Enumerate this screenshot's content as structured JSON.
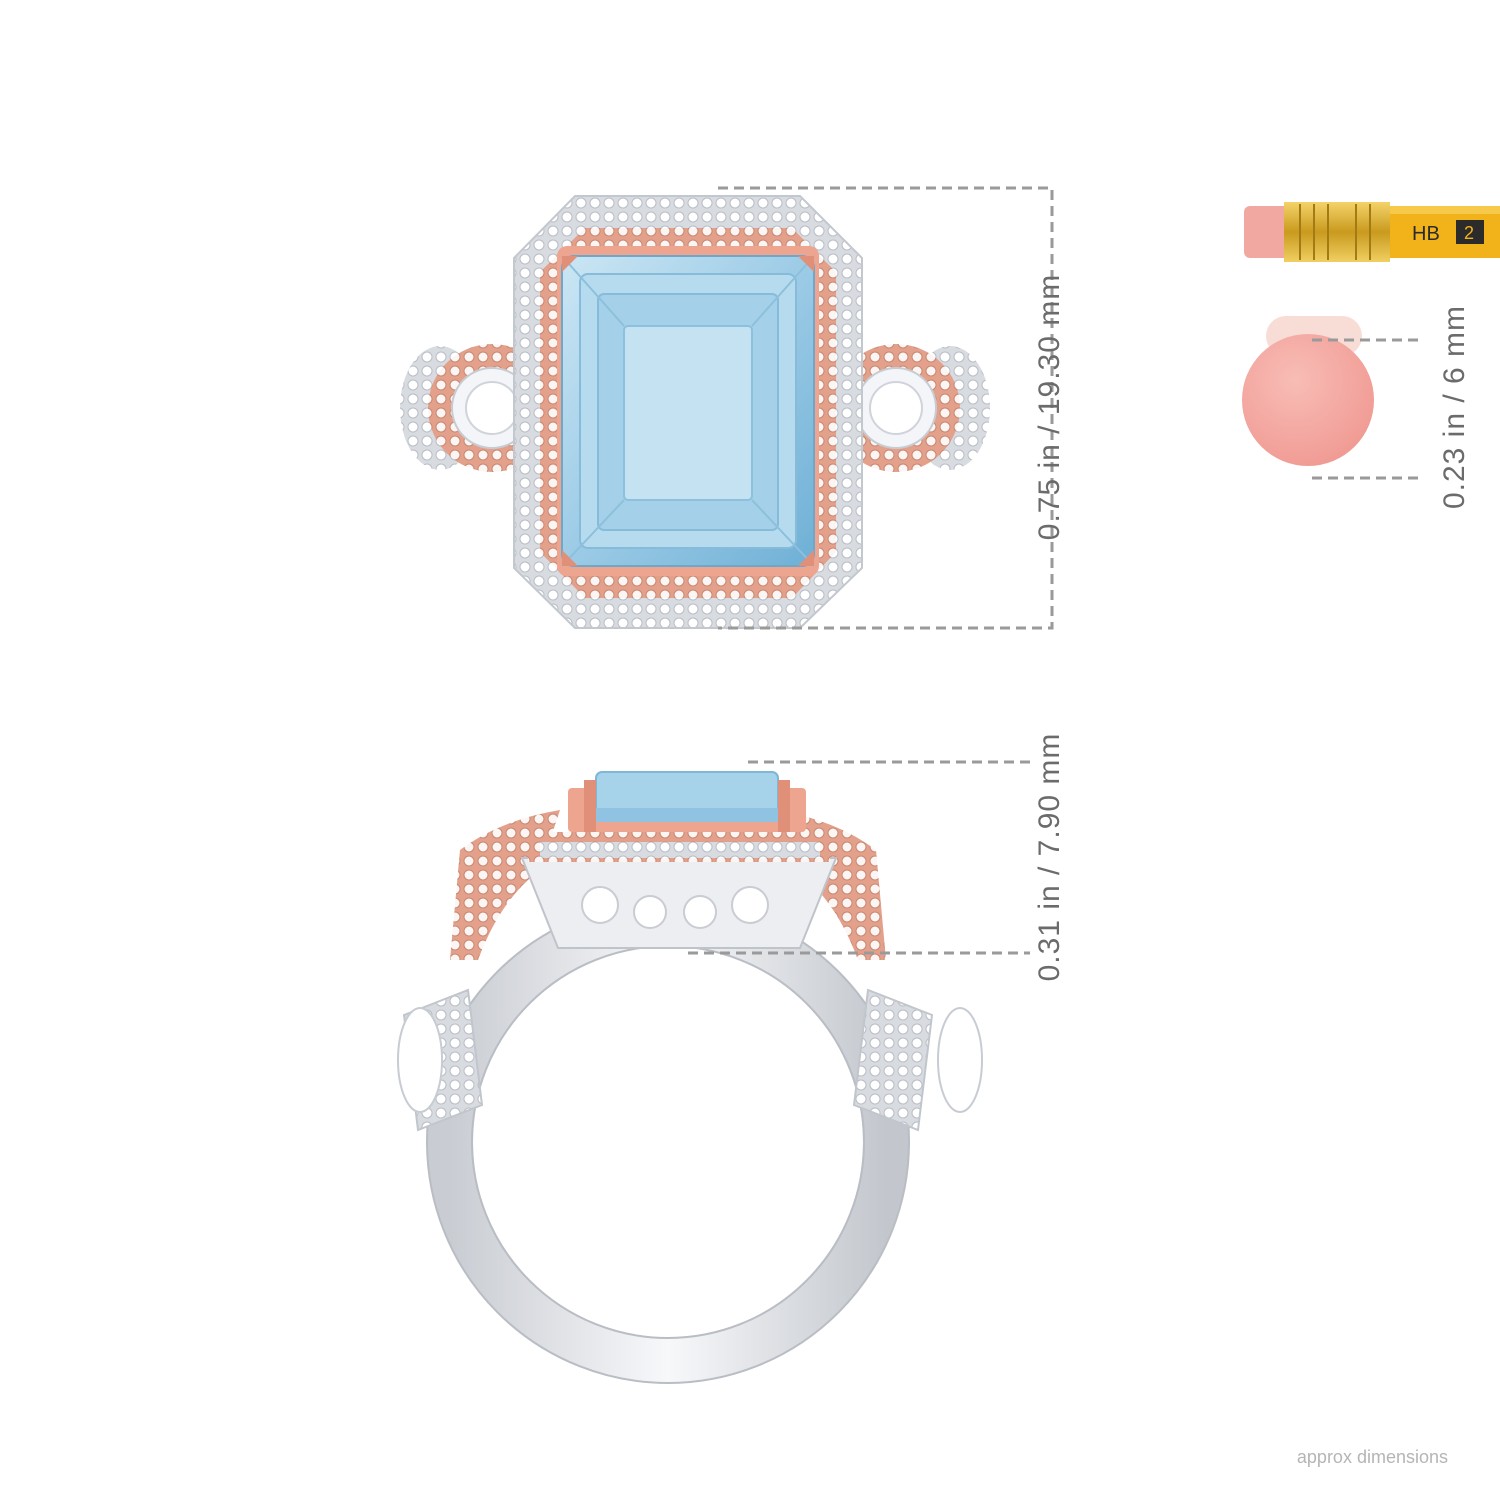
{
  "dimensions": {
    "top_view_height": "0.75 in / 19.30 mm",
    "side_view_height": "0.31 in / 7.90 mm",
    "eraser_diameter": "0.23 in / 6 mm"
  },
  "pencil": {
    "grade_text": "HB",
    "number_text": "2"
  },
  "footer": "approx dimensions",
  "colors": {
    "aquamarine": "#a7d3ea",
    "aquamarine_deep": "#7fbadc",
    "rose_gold": "#e9a48e",
    "white_gold": "#e6e8ec",
    "eraser": "#f4a6a0",
    "pencil_wood": "#f1b21b",
    "ferrule": "#d9a92c",
    "dim_line": "#9a9a9a"
  }
}
